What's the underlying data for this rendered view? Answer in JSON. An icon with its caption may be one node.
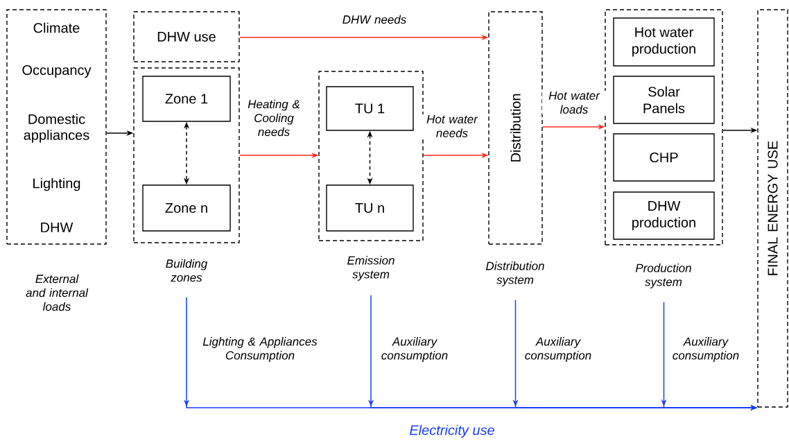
{
  "diagram": {
    "nodes": [
      {
        "text": [
          "Climate",
          "Occupancy",
          "Domestic appliances",
          "Lighting",
          "DHW"
        ],
        "beside": [
          "External and internal loads"
        ]
      },
      {
        "text": [
          "DHW use"
        ]
      },
      {
        "text": [],
        "shape": "box",
        "beside": [
          "Building zones"
        ]
      },
      {
        "text": [
          "Zone 1"
        ],
        "in": 2
      },
      {
        "text": [
          "Zone n"
        ],
        "in": 2
      },
      {
        "text": [],
        "shape": "box",
        "beside": [
          "Emission system"
        ]
      },
      {
        "text": [
          "TU 1"
        ],
        "in": 5
      },
      {
        "text": [
          "TU n"
        ],
        "in": 5
      },
      {
        "text": [
          "Distribution"
        ],
        "beside": [
          "Distribution system"
        ]
      },
      {
        "text": [],
        "shape": "box",
        "beside": [
          "Production system"
        ]
      },
      {
        "text": [
          "Hot water production"
        ],
        "in": 9
      },
      {
        "text": [
          "Solar Panels"
        ],
        "in": 9
      },
      {
        "text": [
          "CHP"
        ],
        "in": 9
      },
      {
        "text": [
          "DHW production"
        ],
        "in": 9
      },
      {
        "text": [
          "FINAL ENERGY USE"
        ]
      }
    ],
    "edges": [
      {
        "from": 0,
        "to": 2,
        "arrow": "to"
      },
      {
        "from": 1,
        "to": 8,
        "arrow": "to",
        "label": "DHW needs",
        "color": "#ff2a1a"
      },
      {
        "from": 3,
        "to": 4,
        "arrow": "both",
        "style": "dashed"
      },
      {
        "from": 2,
        "to": 5,
        "arrow": "to",
        "label": "Heating & Cooling needs",
        "color": "#ff2a1a"
      },
      {
        "from": 6,
        "to": 7,
        "arrow": "both",
        "style": "dashed"
      },
      {
        "from": 5,
        "to": 8,
        "arrow": "to",
        "label": "Hot water needs",
        "color": "#ff2a1a"
      },
      {
        "from": 8,
        "to": 9,
        "arrow": "to",
        "label": "Hot water loads",
        "color": "#ff2a1a"
      },
      {
        "from": 9,
        "to": 14,
        "arrow": "to"
      },
      {
        "from": 2,
        "to": 14,
        "arrow": "to",
        "label": "Lighting & Appliances Consumption",
        "color": "#1a3dff"
      },
      {
        "from": 5,
        "to": 14,
        "arrow": "to",
        "label": "Auxiliary consumption",
        "color": "#1a3dff"
      },
      {
        "from": 8,
        "to": 14,
        "arrow": "to",
        "label": "Auxiliary consumption",
        "color": "#1a3dff"
      },
      {
        "from": 9,
        "to": 14,
        "arrow": "to",
        "label": "Auxiliary consumption",
        "color": "#1a3dff"
      }
    ],
    "labels": [
      "Electricity use"
    ]
  }
}
